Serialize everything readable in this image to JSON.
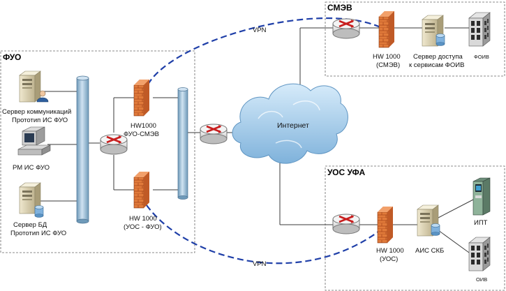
{
  "zones": {
    "fuo": "ФУО",
    "smev": "СМЭВ",
    "uos": "УОС УФА"
  },
  "nodes": {
    "comm_server": [
      "Сервер коммуникаций",
      "Прототип ИС ФУО"
    ],
    "workstation": "РМ ИС ФУО",
    "db_server": [
      "Сервер БД",
      "Прототип ИС ФУО"
    ],
    "fw_fuo_smev": [
      "HW1000",
      "ФУО-СМЭВ"
    ],
    "fw_uos_fuo": [
      "HW 1000",
      "(УОС - ФУО)"
    ],
    "fw_smev": [
      "HW 1000",
      "(СМЭВ)"
    ],
    "access_server": [
      "Сервер доступа",
      "к сервисам ФОИВ"
    ],
    "foiv": "ФОИВ",
    "fw_uos": [
      "HW 1000",
      "(УОС)"
    ],
    "ais": "АИС СКБ",
    "ipt": "ИПТ",
    "oiv": "ОИВ",
    "internet": "Интернет"
  },
  "links": {
    "vpn_top": "VPN",
    "vpn_bottom": "VPN"
  },
  "colors": {
    "vpn": "#1f3fa8",
    "firewall": "#d9692c",
    "bus": "#9fbfda",
    "router": "#c81e1e",
    "cloud": "#9ec7e8",
    "zone_border": "#666666"
  }
}
